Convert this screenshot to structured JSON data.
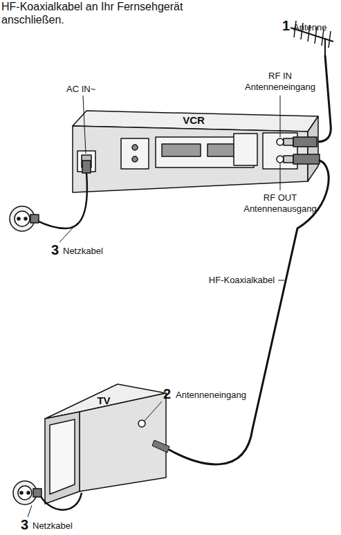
{
  "diagram": {
    "nodes": [
      {
        "text": [
          "VCR"
        ]
      },
      {
        "text": [
          "TV"
        ]
      }
    ],
    "edges": [
      {
        "from": 0,
        "to": 1,
        "arrow": "none",
        "label": "HF-Koaxialkabel"
      }
    ],
    "labels": [
      "HF-Koaxialkabel an Ihr Fernsehgerät anschließen.",
      "1",
      "Antenne",
      "RF IN",
      "Antenneneingang",
      "AC IN~",
      "RF OUT",
      "Antennenausgang",
      "3",
      "Netzkabel",
      "2",
      "Antenneneingang",
      "3",
      "Netzkabel"
    ]
  }
}
